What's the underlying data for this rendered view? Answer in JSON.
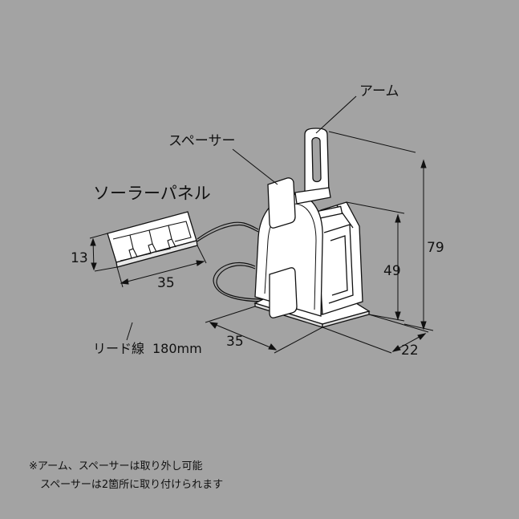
{
  "labels": {
    "arm": "アーム",
    "spacer": "スペーサー",
    "solar_panel": "ソーラーパネル",
    "lead_wire": "リード線",
    "lead_length": "180mm"
  },
  "dimensions": {
    "panel_height": "13",
    "panel_width": "35",
    "base_width": "35",
    "base_depth": "22",
    "body_height": "49",
    "total_height": "79"
  },
  "notes": {
    "line1": "※アーム、スペーサーは取り外し可能",
    "line2": "スペーサーは2箇所に取り付けられます"
  },
  "colors": {
    "background": "#a3a3a3",
    "part_fill": "#ffffff",
    "stroke": "#111111"
  }
}
